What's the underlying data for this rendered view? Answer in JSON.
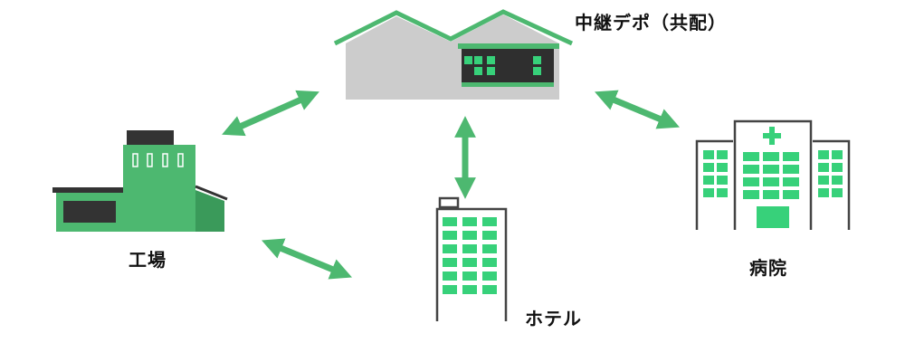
{
  "colors": {
    "green": "#4db870",
    "green_dark": "#3a9a5a",
    "bright_green": "#37d17a",
    "gray_roof": "#cccccc",
    "dark": "#333333"
  },
  "nodes": {
    "depot": {
      "label": "中継デポ（共配）",
      "icon": "warehouse-icon"
    },
    "factory": {
      "label": "工場",
      "icon": "factory-icon"
    },
    "hotel": {
      "label": "ホテル",
      "icon": "hotel-building-icon"
    },
    "hospital": {
      "label": "病院",
      "icon": "hospital-icon"
    }
  },
  "connections": [
    {
      "from": "factory",
      "to": "depot",
      "style": "bidirectional-arrow"
    },
    {
      "from": "depot",
      "to": "hotel",
      "style": "bidirectional-arrow"
    },
    {
      "from": "depot",
      "to": "hospital",
      "style": "bidirectional-arrow"
    },
    {
      "from": "factory",
      "to": "hotel",
      "style": "bidirectional-arrow"
    }
  ]
}
